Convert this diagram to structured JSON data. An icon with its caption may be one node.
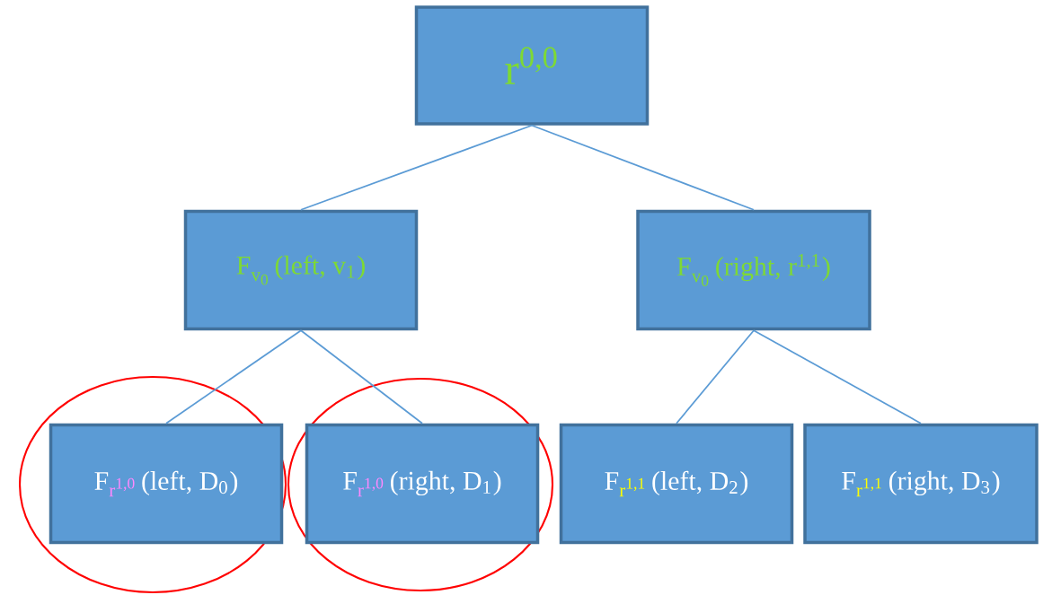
{
  "diagram": {
    "nodes": [
      {
        "text": [
          "r$^{0,0}$"
        ]
      },
      {
        "text": [
          "F",
          "v$_{0}$",
          "(left, v$_{1}$)"
        ]
      },
      {
        "text": [
          "F",
          "v$_{0}$",
          "(right, r$^{1,1}$)"
        ]
      },
      {
        "text": [
          "F",
          "r$^{1,0}$",
          "(left, D$_{0}$)"
        ]
      },
      {
        "text": [
          "F",
          "r$^{1,0}$",
          "(right, D$_{1}$)"
        ]
      },
      {
        "text": [
          "F",
          "r$^{1,1}$",
          "(left, D$_{2}$)"
        ]
      },
      {
        "text": [
          "F",
          "r$^{1,1}$",
          "(right, D$_{3}$)"
        ]
      }
    ],
    "edges": [
      {
        "from": 0,
        "to": 1,
        "arrow": "none"
      },
      {
        "from": 0,
        "to": 2,
        "arrow": "none"
      },
      {
        "from": 1,
        "to": 3,
        "arrow": "none"
      },
      {
        "from": 1,
        "to": 4,
        "arrow": "none"
      },
      {
        "from": 2,
        "to": 5,
        "arrow": "none"
      },
      {
        "from": 2,
        "to": 6,
        "arrow": "none"
      }
    ]
  }
}
